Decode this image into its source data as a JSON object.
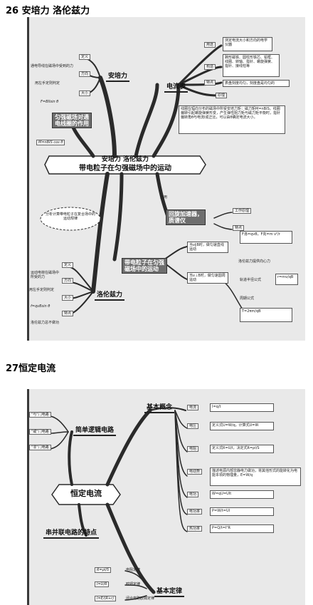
{
  "section1": {
    "title": "26 安培力 洛伦兹力",
    "center_line1": "安培力  洛伦兹力",
    "center_line2": "带电粒子在匀强磁场中的运动",
    "anpei": {
      "label": "安培力",
      "items": [
        "定义",
        "方向",
        "大小"
      ],
      "definition_note": "通电导线在磁场中受到的力",
      "direction_note": "用左手定则判定",
      "formula": "F=BIlsin θ"
    },
    "uniform": {
      "label_line1": "匀强磁场对通",
      "label_line2": "电线圈的作用",
      "formula": "M=nBIS cos θ"
    },
    "ammeter": {
      "label": "电流表",
      "uses_tag": "用途",
      "uses_text": "测定电流大小和方向的电学仪器",
      "structure_tag": "构造",
      "structure_text": "蹄形磁铁、圆柱形铁芯、铝框、线圈、转轴、指针、螺旋弹簧、指针、接线柱等",
      "feature_tag": "特点",
      "feature_text": "表盘刻度均匀，刻度盘是均匀的",
      "principle_tag": "原理",
      "principle_text": "线圈在辐向分布的磁场中所受安培力矩：磁力矩M=nBIS。线圈偏转引起螺旋弹簧形变，产生弹性阻力矩与磁力矩平衡时，指针偏转角θ与电流I成正比，可以由θ确定电流大小。"
    },
    "cyclotron": {
      "app_label": "应用",
      "label_line1": "回旋加速器，",
      "label_line2": "质谱仪",
      "tags": [
        "工作原理",
        "特点"
      ]
    },
    "charged": {
      "label_line1": "带电粒子在匀强",
      "label_line2": "磁场中的运动",
      "case1": "当v∥B时，做匀速直线运动",
      "case2": "当v⊥B时，做匀速圆周运动",
      "centripetal": "洛伦兹力提供向心力",
      "radius_tag": "轨道半径公式",
      "period_tag": "周期公式",
      "formula1": "F洛=qvB，F向=m v²/r",
      "formula2": "r=mv/qB",
      "formula3": "T=2πm/qB"
    },
    "lorentz": {
      "label": "洛伦兹力",
      "items": [
        "定义",
        "方向",
        "大小",
        "特点"
      ],
      "definition_note": "运动电荷在磁场中所受的力",
      "direction_note": "用左手定则判定",
      "formula": "f=qvBsin θ",
      "feature_note": "洛伦兹力总不做功"
    },
    "callout": "分析计算带电粒子在复合场中的运动规律"
  },
  "section2": {
    "title": "27恒定电流",
    "center": "恒定电流",
    "logic": {
      "label": "简单逻辑电路",
      "gates": [
        "\"与\"门电路",
        "\"或\"门电路",
        "\"非\"门电路"
      ]
    },
    "concepts": {
      "label": "基本概念",
      "rows": [
        {
          "name": "电流",
          "def": "I=q/t"
        },
        {
          "name": "电压",
          "def": "定义式U=W/q，计算式U=IR"
        },
        {
          "name": "电阻",
          "def": "定义式R=U/I，决定式R=ρl/S"
        },
        {
          "name": "电动势",
          "def": "描述电源内部非静电力做功，将其他形式的能转化为电能本领的物理量，E=W/q"
        },
        {
          "name": "电功",
          "def": "W=qU=UIt"
        },
        {
          "name": "电功率",
          "def": "P=W/t=UI"
        },
        {
          "name": "热功率",
          "def": "P=Q/t=I²R"
        }
      ]
    },
    "series": {
      "label": "串并联电路的特点"
    },
    "laws": {
      "label": "基本定律",
      "rows": [
        {
          "formula": "R=ρl/S",
          "name": "电阻定律"
        },
        {
          "formula": "I=U/R",
          "name": "欧姆定律"
        },
        {
          "formula": "I=E/(R+r)",
          "name": "闭合电路欧姆定律"
        }
      ]
    }
  }
}
